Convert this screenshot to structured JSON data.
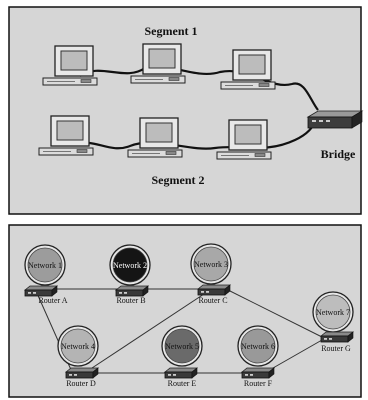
{
  "segments_panel": {
    "segment1_label": "Segment 1",
    "segment2_label": "Segment 2",
    "bridge_label": "Bridge"
  },
  "routers_panel": {
    "networks": [
      {
        "id": "n1",
        "label": "Network 1",
        "fill": "#9c9c9c",
        "text_color": "#111111"
      },
      {
        "id": "n2",
        "label": "Network 2",
        "fill": "#151515",
        "text_color": "#ffffff"
      },
      {
        "id": "n3",
        "label": "Network 3",
        "fill": "#a8a8a8",
        "text_color": "#111111"
      },
      {
        "id": "n4",
        "label": "Network 4",
        "fill": "#b4b4b4",
        "text_color": "#111111"
      },
      {
        "id": "n5",
        "label": "Network 5",
        "fill": "#6a6a6a",
        "text_color": "#111111"
      },
      {
        "id": "n6",
        "label": "Network 6",
        "fill": "#999999",
        "text_color": "#111111"
      },
      {
        "id": "n7",
        "label": "Network 7",
        "fill": "#bdbdbd",
        "text_color": "#111111"
      }
    ],
    "routers": [
      {
        "id": "ra",
        "label": "Router A"
      },
      {
        "id": "rb",
        "label": "Router B"
      },
      {
        "id": "rc",
        "label": "Router C"
      },
      {
        "id": "rd",
        "label": "Router D"
      },
      {
        "id": "re",
        "label": "Router E"
      },
      {
        "id": "rf",
        "label": "Router F"
      },
      {
        "id": "rg",
        "label": "Router G"
      }
    ]
  },
  "colors": {
    "panel_bg": "#d6d6d6",
    "cable": "#111111"
  }
}
